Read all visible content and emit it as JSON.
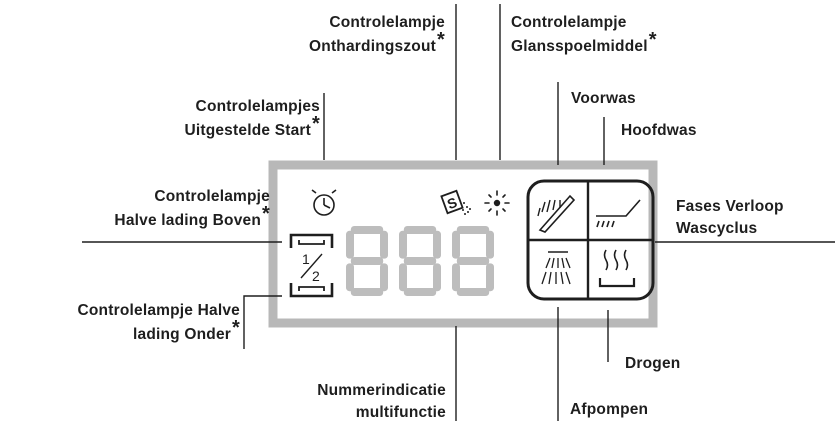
{
  "labels": {
    "softener": {
      "line1": "Controlelampje",
      "line2": "Onthardingszout",
      "star": "*"
    },
    "rinse_aid": {
      "line1": "Controlelampje",
      "line2": "Glansspoelmiddel",
      "star": "*"
    },
    "delay": {
      "line1": "Controlelampjes",
      "line2": "Uitgestelde Start",
      "star": "*"
    },
    "half_top": {
      "line1": "Controlelampje",
      "line2": "Halve lading Boven",
      "star": "*"
    },
    "half_bottom": {
      "line1": "Controlelampje Halve",
      "line2": "lading Onder",
      "star": "*"
    },
    "prewash": {
      "line1": "Voorwas"
    },
    "mainwash": {
      "line1": "Hoofdwas"
    },
    "phases": {
      "line1": "Fases Verloop",
      "line2": "Wascyclus"
    },
    "drying": {
      "line1": "Drogen"
    },
    "number": {
      "line1": "Nummerindicatie",
      "line2": "multifunctie"
    },
    "pumping": {
      "line1": "Afpompen"
    }
  },
  "display": {
    "digits": "888",
    "half_numerator": "1",
    "half_denominator": "2",
    "salt_letter": "S"
  },
  "colors": {
    "frame": "#b8b8b8",
    "ink": "#1e1e1e",
    "segment": "#bdbdbd"
  }
}
